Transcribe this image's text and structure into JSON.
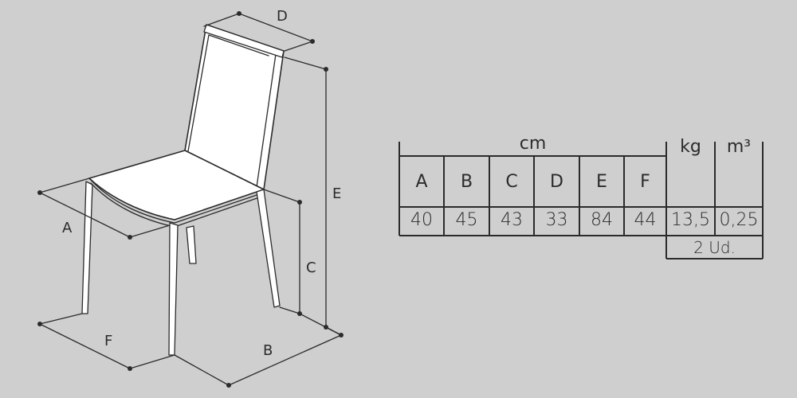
{
  "dimensions": {
    "A": "A",
    "B": "B",
    "C": "C",
    "D": "D",
    "E": "E",
    "F": "F"
  },
  "table": {
    "group_cm": "cm",
    "unit_kg": "kg",
    "unit_m3": "m³",
    "columns": [
      "A",
      "B",
      "C",
      "D",
      "E",
      "F"
    ],
    "values": [
      "40",
      "45",
      "43",
      "33",
      "84",
      "44"
    ],
    "kg_value": "13,5",
    "m3_value": "0,25",
    "pack_note": "2 Ud."
  }
}
